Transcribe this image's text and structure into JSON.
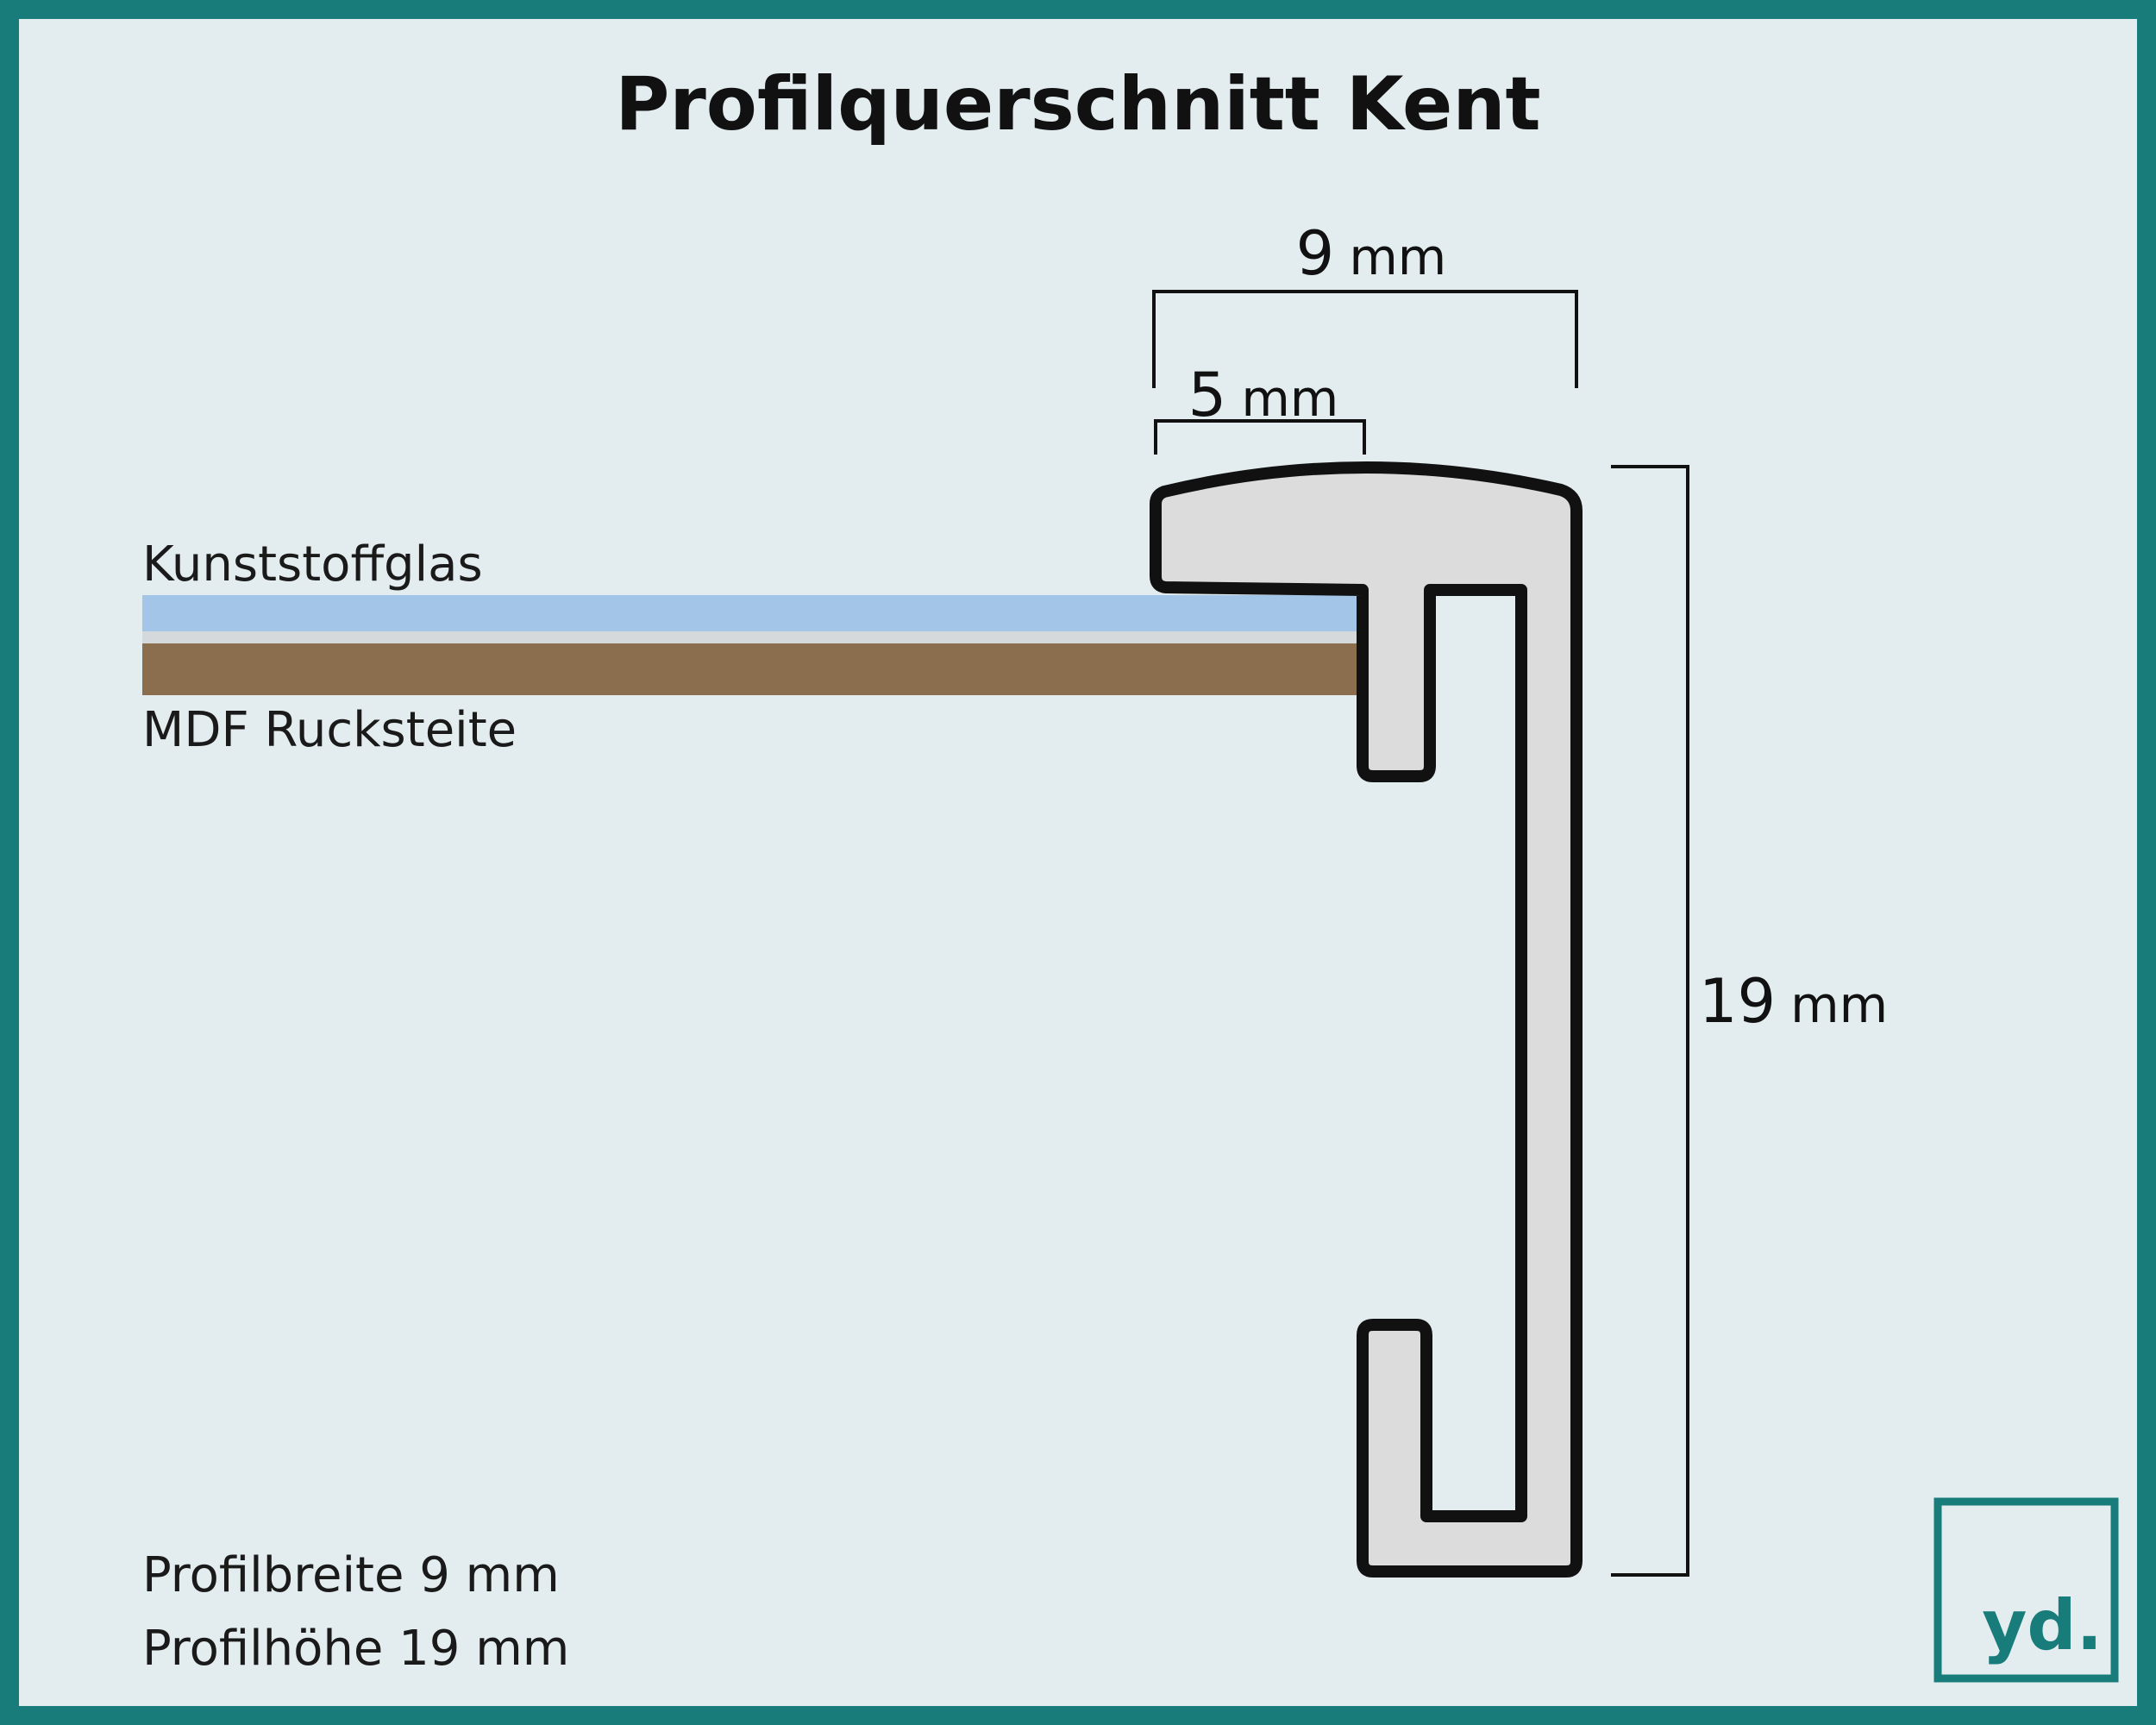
{
  "title": "Profilquerschnitt Kent",
  "dimensions": {
    "width": {
      "value": "9",
      "unit": "mm"
    },
    "inner_width": {
      "value": "5",
      "unit": "mm"
    },
    "height": {
      "value": "19",
      "unit": "mm"
    }
  },
  "layers": {
    "glass_label": "Kunststoffglas",
    "backing_label": "MDF Rucksteite"
  },
  "specs": {
    "width_line": "Profilbreite 9 mm",
    "height_line": "Profilhöhe 19 mm"
  },
  "logo": {
    "text": "yd."
  },
  "colors": {
    "frame": "#177c7a",
    "background": "#e3ecee",
    "glass": "#a3c5e8",
    "backing": "#8b6e4e",
    "profile_fill": "#dcdcdc",
    "profile_stroke": "#111111"
  }
}
